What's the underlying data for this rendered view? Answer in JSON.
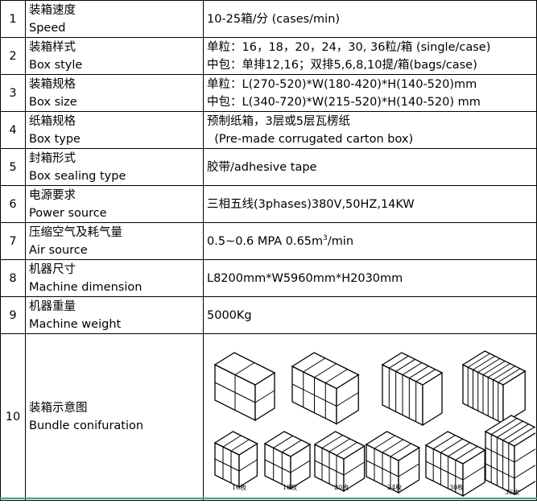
{
  "rows": [
    {
      "no": "1",
      "zh": "装箱速度",
      "en": "Speed",
      "v1": "10-25箱/分 (cases/min)"
    },
    {
      "no": "2",
      "zh": "装箱样式",
      "en": "Box style",
      "v1": "单粒：16，18，20，24，30, 36粒/箱 (single/case)",
      "v2": "中包：单排12,16；双排5,6,8,10提/箱(bags/case)"
    },
    {
      "no": "3",
      "zh": "装箱规格",
      "en": "Box size",
      "v1": "单粒：L(270-520)*W(180-420)*H(140-520)mm",
      "v2": "中包：L(340-720)*W(215-520)*H(140-520) mm"
    },
    {
      "no": "4",
      "zh": "纸箱规格",
      "en": "Box type",
      "v1": "预制纸箱，3层或5层瓦楞纸",
      "v2": "  (Pre-made corrugated carton box)"
    },
    {
      "no": "5",
      "zh": "封箱形式",
      "en": "Box sealing type",
      "v1": "胶带/adhesive tape"
    },
    {
      "no": "6",
      "zh": "电源要求",
      "en": "Power source",
      "v1": "三相五线(3phases)380V,50HZ,14KW"
    },
    {
      "no": "7",
      "zh": "压缩空气及耗气量",
      "en": "Air source",
      "v1": "0.5~0.6 MPA   0.65m",
      "v1sup": "3",
      "v1end": "/min"
    },
    {
      "no": "8",
      "zh": "机器尺寸",
      "en": "Machine dimension",
      "v1": "L8200mm*W5960mm*H2030mm"
    },
    {
      "no": "9",
      "zh": "机器重量",
      "en": "Machine weight",
      "v1": "5000Kg"
    },
    {
      "no": "10",
      "zh": "装箱示意图",
      "en": "Bundle conifuration"
    }
  ],
  "diagram_labels": [
    "16枚",
    "18枚",
    "20枚",
    "24枚",
    "30枚",
    "36枚"
  ]
}
